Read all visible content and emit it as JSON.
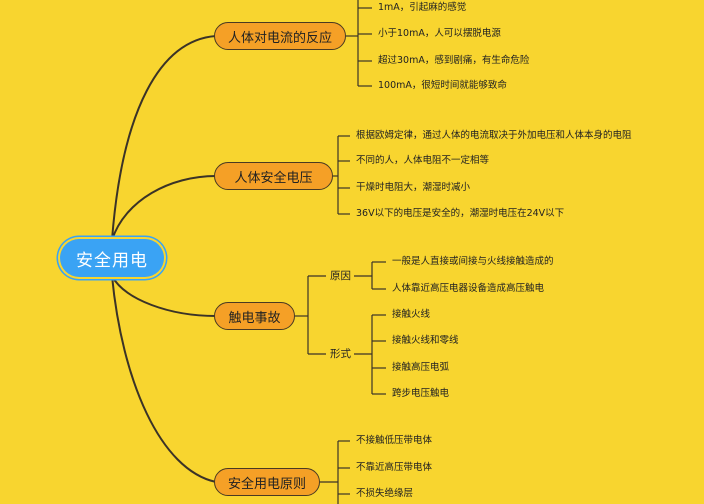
{
  "root": {
    "label": "安全用电"
  },
  "branches": [
    {
      "label": "人体对电流的反应",
      "items": [
        "1mA，引起麻的感觉",
        "小于10mA，人可以摆脱电源",
        "超过30mA，感到剧痛，有生命危险",
        "100mA，很短时间就能够致命"
      ]
    },
    {
      "label": "人体安全电压",
      "items": [
        "根据欧姆定律，通过人体的电流取决于外加电压和人体本身的电阻",
        "不同的人，人体电阻不一定相等",
        "干燥时电阻大，潮湿时减小",
        "36V以下的电压是安全的，潮湿时电压在24V以下"
      ]
    },
    {
      "label": "触电事故",
      "groups": [
        {
          "label": "原因",
          "items": [
            "一般是人直接或间接与火线接触造成的",
            "人体靠近高压电器设备造成高压触电"
          ]
        },
        {
          "label": "形式",
          "items": [
            "接触火线",
            "接触火线和零线",
            "接触高压电弧",
            "跨步电压触电"
          ]
        }
      ]
    },
    {
      "label": "安全用电原则",
      "items": [
        "不接触低压带电体",
        "不靠近高压带电体",
        "不损失绝缘层"
      ]
    }
  ]
}
